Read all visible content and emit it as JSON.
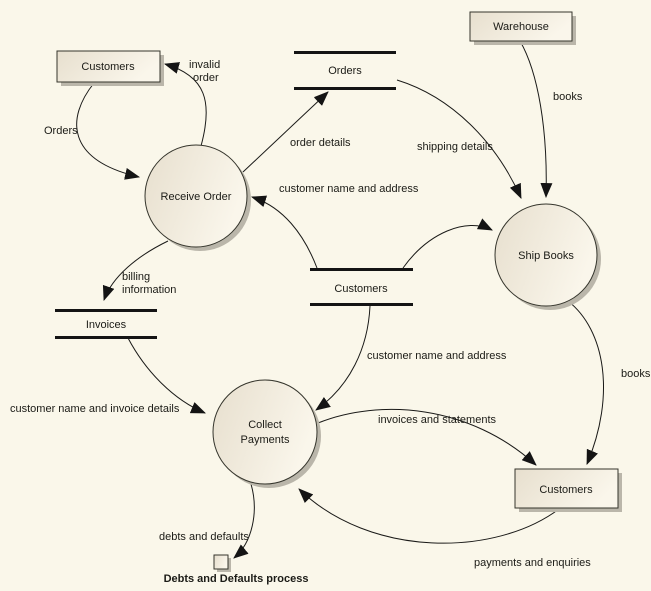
{
  "colors": {
    "background": "#faf7ea",
    "shape_dark": "#e7dfce",
    "shape_light": "#faf6eb",
    "border": "#35352c",
    "shadow": "#bab6aa",
    "line": "#1a1a18",
    "text": "#1b1b16"
  },
  "externals": {
    "customers_top": "Customers",
    "warehouse": "Warehouse",
    "customers_bottom": "Customers"
  },
  "processes": {
    "receive_order": "Receive Order",
    "ship_books": "Ship Books",
    "collect_payments_line1": "Collect",
    "collect_payments_line2": "Payments"
  },
  "stores": {
    "orders": "Orders",
    "customers": "Customers",
    "invoices": "Invoices"
  },
  "mini_process_label": "Debts and Defaults process",
  "flows": {
    "orders": "Orders",
    "invalid_order_line1": "invalid",
    "invalid_order_line2": "order",
    "order_details": "order details",
    "shipping_details": "shipping details",
    "books_in": "books",
    "customer_name_address_receive": "customer name and address",
    "customer_name_address_collect": "customer name and address",
    "billing_line1": "billing",
    "billing_line2": "information",
    "customer_name_invoice_details": "customer name and invoice details",
    "invoices_and_statements": "invoices and statements",
    "books_out": "books",
    "payments_and_enquiries": "payments and enquiries",
    "debts_and_defaults": "debts and defaults"
  }
}
